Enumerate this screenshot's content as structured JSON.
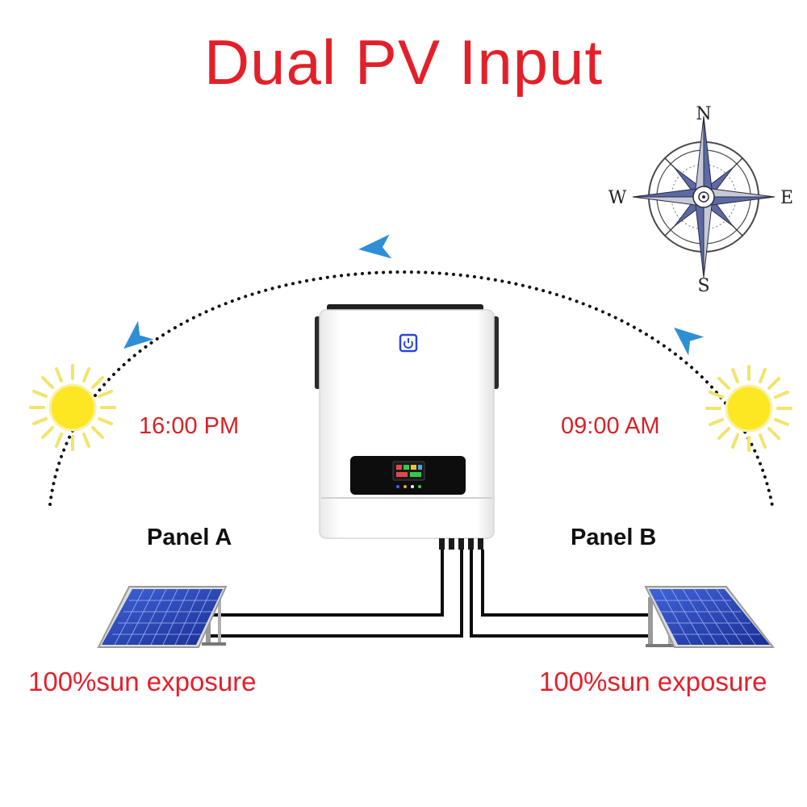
{
  "title": "Dual PV Input",
  "compass": {
    "north": "N",
    "south": "S",
    "east": "E",
    "west": "W"
  },
  "left_side": {
    "time": "16:00 PM",
    "panel_label": "Panel A",
    "exposure": "100%sun exposure"
  },
  "right_side": {
    "time": "09:00 AM",
    "panel_label": "Panel B",
    "exposure": "100%sun exposure"
  },
  "colors": {
    "title_red": "#e3202a",
    "sun_yellow": "#fde722",
    "sun_ray": "#f6e46a",
    "arrow_blue": "#2f8fd6",
    "panel_blue": "#1f3fae",
    "compass_blue": "#5b6aa5"
  },
  "icons": {
    "sun": "sun-icon",
    "arrow": "direction-arrow-icon",
    "compass": "compass-rose-icon",
    "power": "power-icon"
  }
}
